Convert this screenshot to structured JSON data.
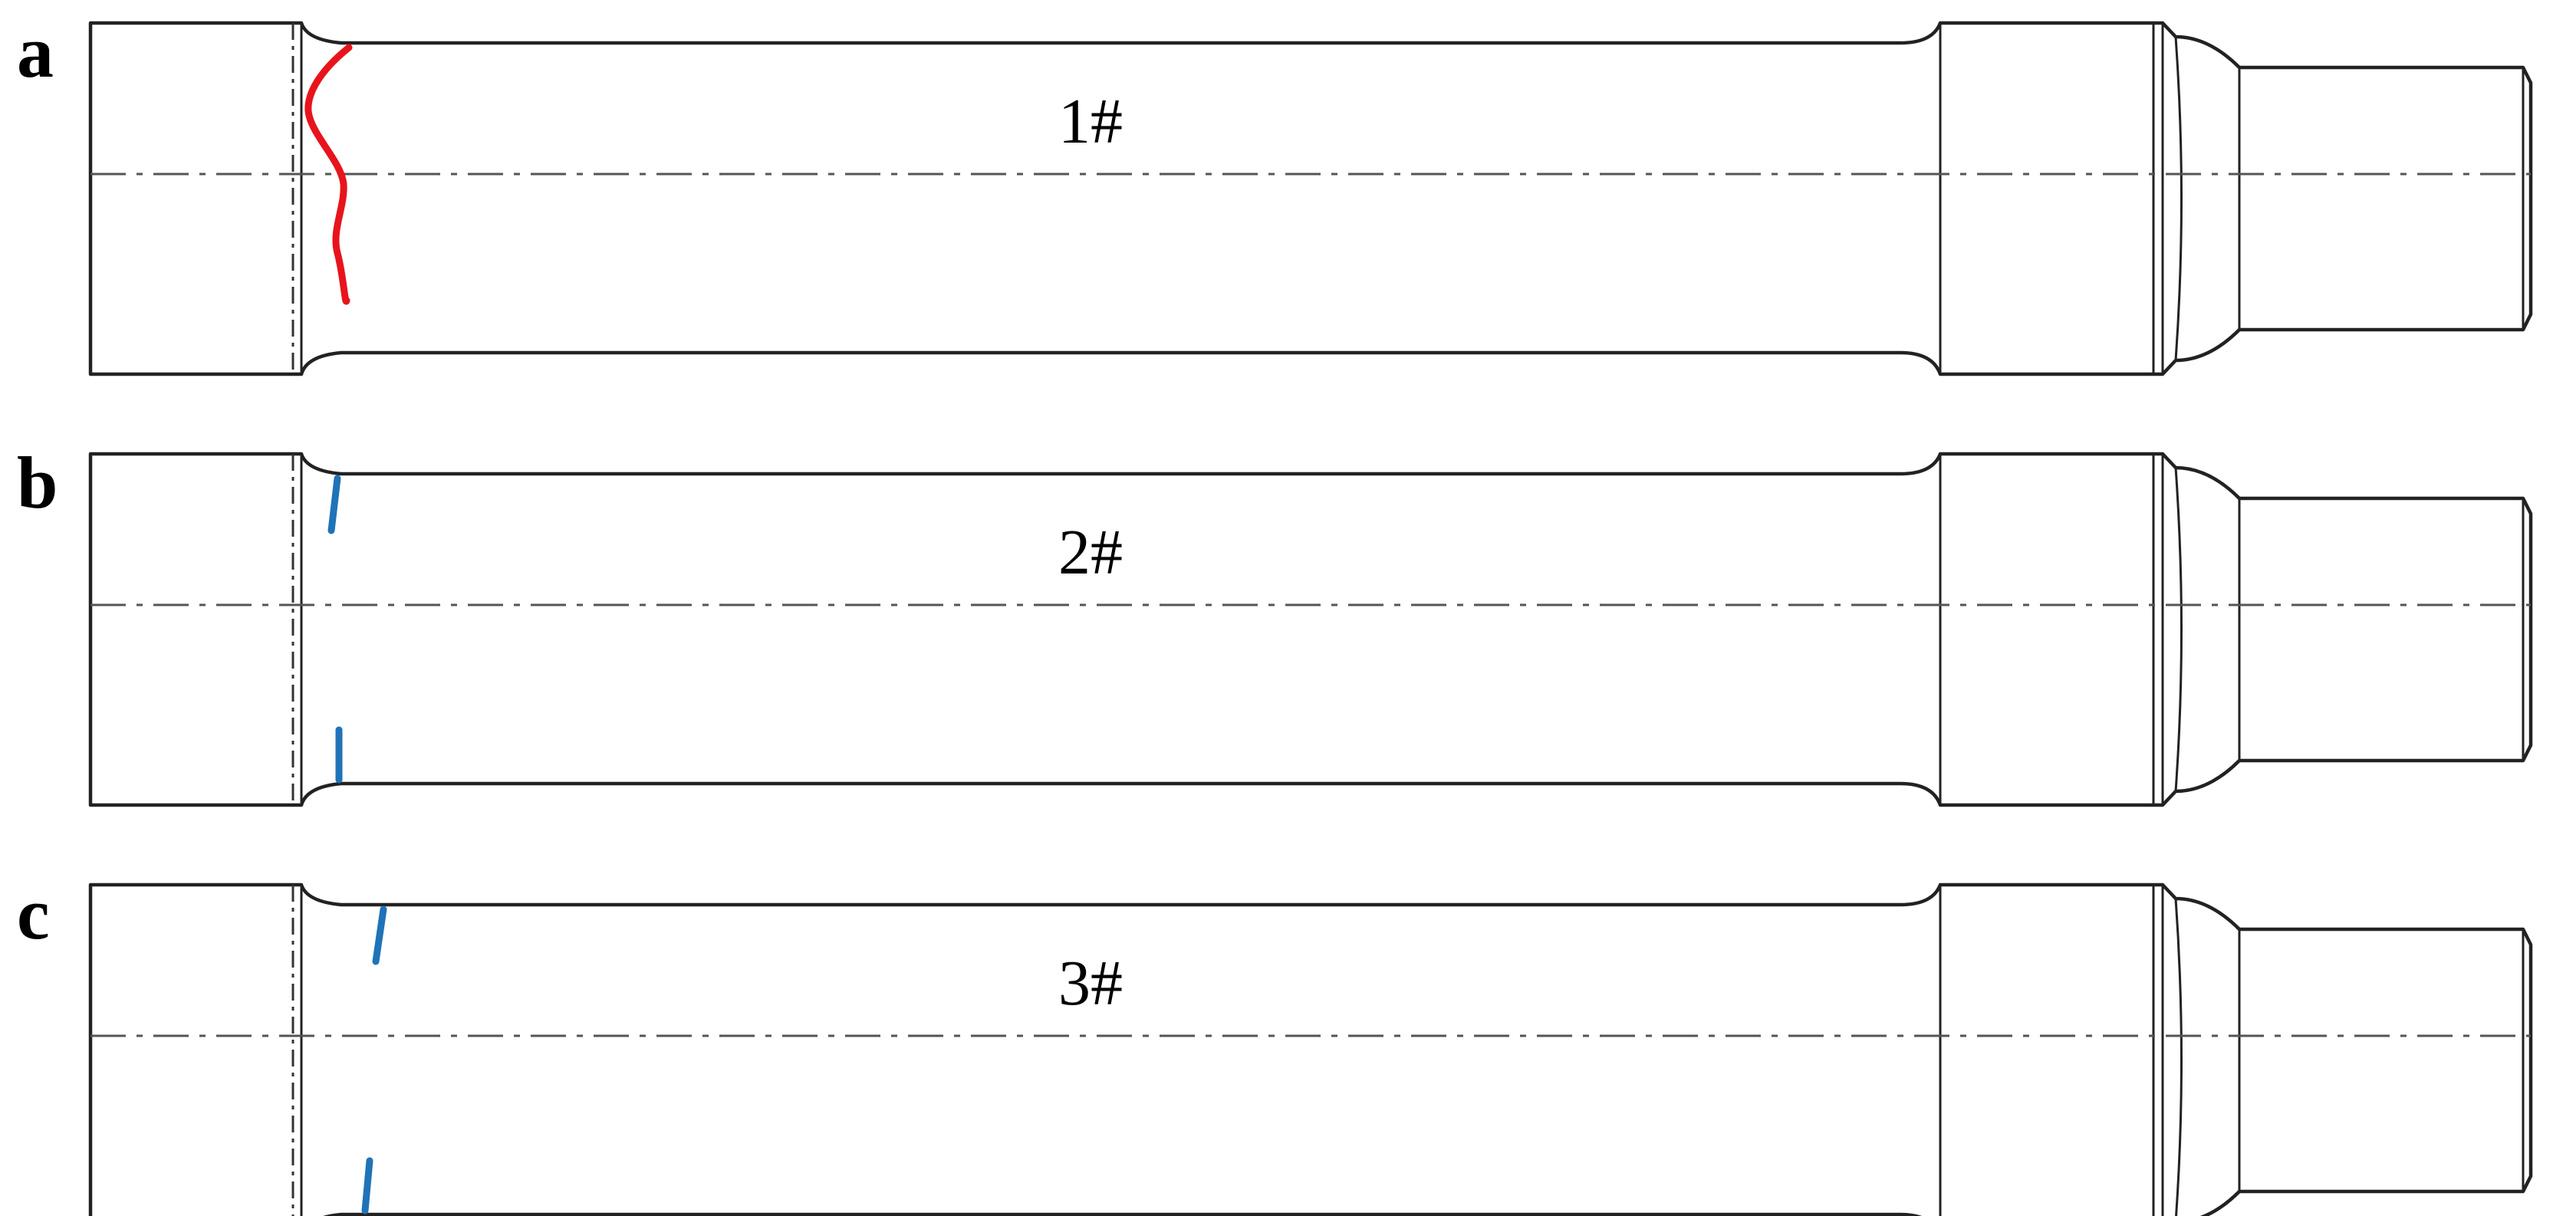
{
  "panels": [
    {
      "letter": "a",
      "label": "1#",
      "crack_type": "circumferential",
      "crack_color": "#e8141c"
    },
    {
      "letter": "b",
      "label": "2#",
      "crack_type": "short-edge",
      "crack_color": "#1f73b7"
    },
    {
      "letter": "c",
      "label": "3#",
      "crack_type": "inclined-edge",
      "crack_color": "#1f73b7"
    }
  ]
}
